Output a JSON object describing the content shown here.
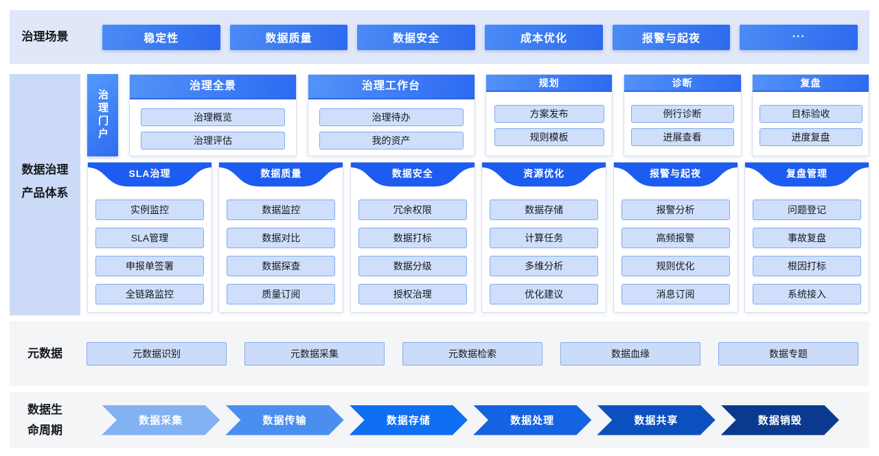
{
  "colors": {
    "primary_blue": "#2c69ef",
    "light_blue_chip": "#cfdffb",
    "chip_border": "#7ea8f0",
    "band1_bg": "#dfe7f8",
    "side_strip_bg": "#cbdaf6",
    "gray_band_bg": "#f4f5f7",
    "ribbon_blue": "#1d5cf0",
    "lifecycle_colors": [
      "#82b2f1",
      "#4a8ef0",
      "#0e6ff2",
      "#1563e2",
      "#0c50c0",
      "#0a3a8e"
    ]
  },
  "scenarios_row": {
    "label": "治理场景",
    "items": [
      "稳定性",
      "数据质量",
      "数据安全",
      "成本优化",
      "报警与起夜",
      "···"
    ]
  },
  "product_system": {
    "label_lines": [
      "数据治理",
      "产品体系"
    ],
    "portal_label": "治理门户",
    "portal_cards": [
      {
        "title": "治理全景",
        "items": [
          "治理概览",
          "治理评估"
        ]
      },
      {
        "title": "治理工作台",
        "items": [
          "治理待办",
          "我的资产"
        ]
      },
      {
        "title": "规划",
        "items": [
          "方案发布",
          "规则模板"
        ]
      },
      {
        "title": "诊断",
        "items": [
          "例行诊断",
          "进展查看"
        ]
      },
      {
        "title": "复盘",
        "items": [
          "目标验收",
          "进度复盘"
        ]
      }
    ],
    "product_cards": [
      {
        "title": "SLA治理",
        "items": [
          "实例监控",
          "SLA管理",
          "申报单签署",
          "全链路监控"
        ]
      },
      {
        "title": "数据质量",
        "items": [
          "数据监控",
          "数据对比",
          "数据探查",
          "质量订阅"
        ]
      },
      {
        "title": "数据安全",
        "items": [
          "冗余权限",
          "数据打标",
          "数据分级",
          "授权治理"
        ]
      },
      {
        "title": "资源优化",
        "items": [
          "数据存储",
          "计算任务",
          "多维分析",
          "优化建议"
        ]
      },
      {
        "title": "报警与起夜",
        "items": [
          "报警分析",
          "高频报警",
          "规则优化",
          "消息订阅"
        ]
      },
      {
        "title": "复盘管理",
        "items": [
          "问题登记",
          "事故复盘",
          "根因打标",
          "系统接入"
        ]
      }
    ]
  },
  "metadata_row": {
    "label": "元数据",
    "items": [
      "元数据识别",
      "元数据采集",
      "元数据检索",
      "数据血缘",
      "数据专题"
    ]
  },
  "lifecycle_row": {
    "label_lines": [
      "数据生",
      "命周期"
    ],
    "stages": [
      "数据采集",
      "数据传输",
      "数据存储",
      "数据处理",
      "数据共享",
      "数据销毁"
    ]
  }
}
